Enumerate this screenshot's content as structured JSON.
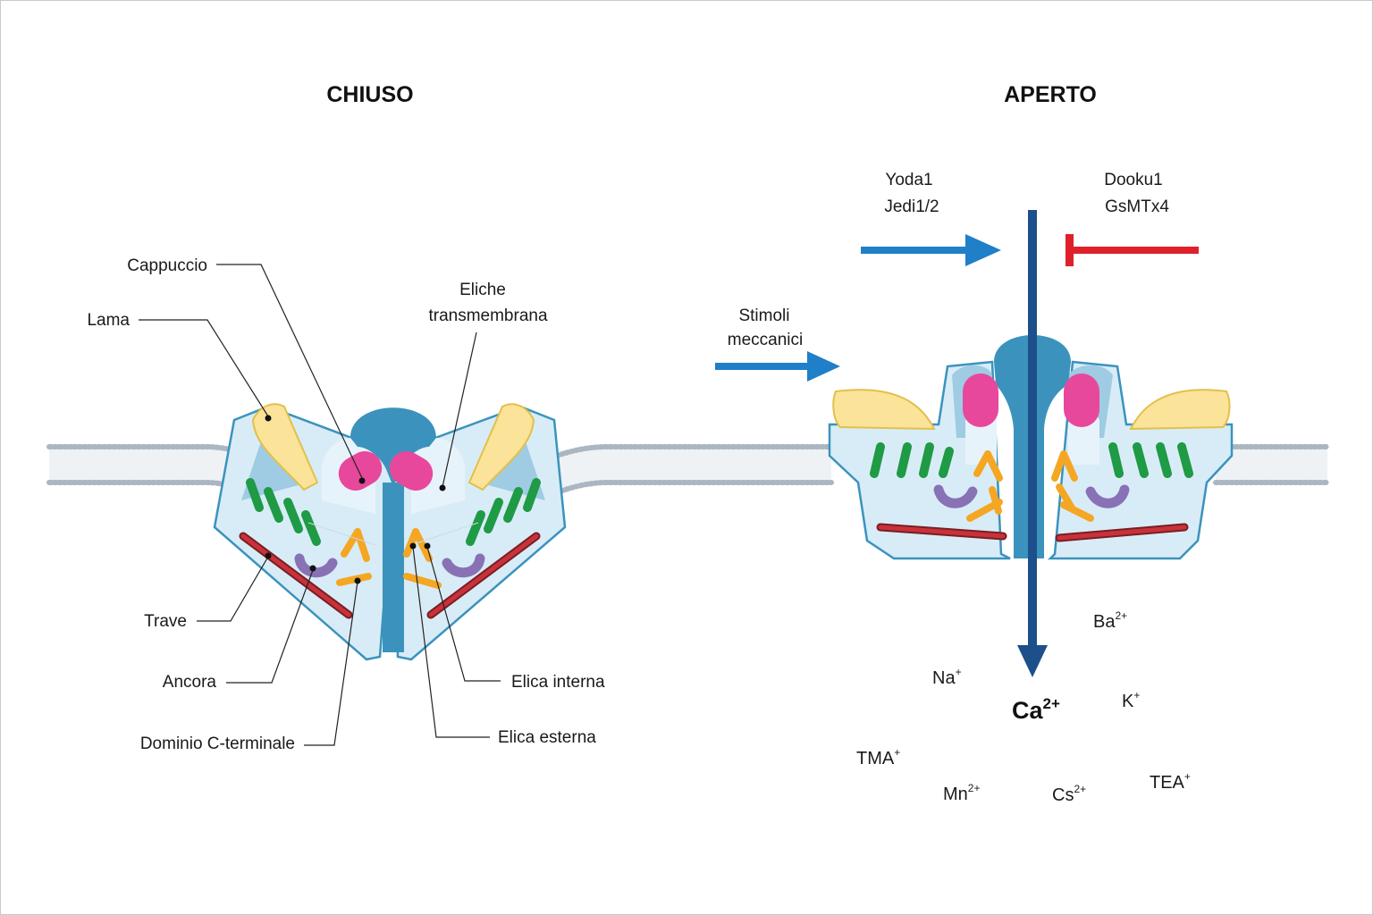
{
  "panels": {
    "closed_title": "CHIUSO",
    "open_title": "APERTO"
  },
  "labels": {
    "cap": "Cappuccio",
    "blade": "Lama",
    "tm_helices_1": "Eliche",
    "tm_helices_2": "transmembrana",
    "beam": "Trave",
    "anchor": "Ancora",
    "cterm": "Dominio C-terminale",
    "inner_helix": "Elica interna",
    "outer_helix": "Elica esterna"
  },
  "modulators": {
    "stimuli_1": "Stimoli",
    "stimuli_2": "meccanici",
    "activators": [
      "Yoda1",
      "Jedi1/2"
    ],
    "inhibitors": [
      "Dooku1",
      "GsMTx4"
    ]
  },
  "ions": [
    {
      "base": "Ba",
      "charge": "2+"
    },
    {
      "base": "Na",
      "charge": "+"
    },
    {
      "base": "K",
      "charge": "+"
    },
    {
      "base": "Ca",
      "charge": "2+"
    },
    {
      "base": "TMA",
      "charge": "+"
    },
    {
      "base": "TEA",
      "charge": "+"
    },
    {
      "base": "Mn",
      "charge": "2+"
    },
    {
      "base": "Cs",
      "charge": "2+"
    }
  ],
  "colors": {
    "activator_arrow": "#1f7fc8",
    "inhibitor": "#e0202a",
    "ion_flow": "#1d4f8a",
    "channel_body": "#d8ecf7",
    "cap": "#3b93bd",
    "blade": "#fbe39a",
    "tm_helix": "#1f9a45",
    "beam": "#c8323a",
    "anchor": "#8872b5",
    "helix_orange": "#f5a623",
    "pink": "#e8489b"
  }
}
